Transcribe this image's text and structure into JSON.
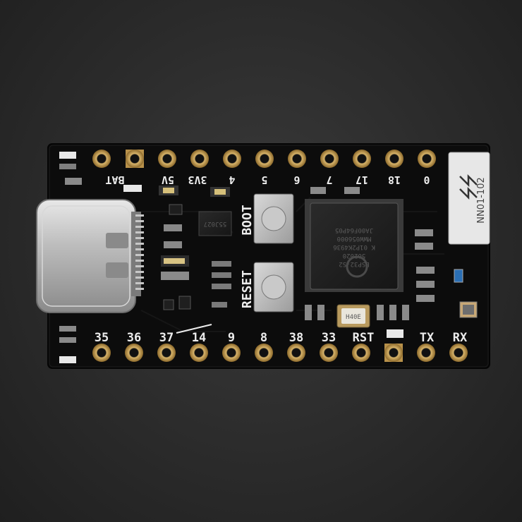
{
  "photo": {
    "subject": "ESP32-S2/S3 mini development board",
    "background_color": "#2b2b2b",
    "board_color": "#0c0c0c",
    "silkscreen_color": "#ececec",
    "pad_color": "#c9a25a"
  },
  "board": {
    "top_row_labels": [
      "BAT",
      "5V",
      "3V3",
      "4",
      "5",
      "6",
      "7",
      "17",
      "18",
      "0"
    ],
    "bottom_row_labels": [
      "35",
      "36",
      "37",
      "14",
      "9",
      "8",
      "38",
      "33",
      "RST",
      "TX",
      "RX"
    ],
    "button_labels": {
      "boot": "BOOT",
      "reset": "RESET"
    },
    "antenna_marking": "NN01-102",
    "crystal_marking": "H40E",
    "regulator_marking": "55J027",
    "mcu_marking_lines": [
      "ESP32-S2",
      "502020",
      "K 01P2K4936",
      "MWW056000",
      "JA00F64P05"
    ]
  }
}
